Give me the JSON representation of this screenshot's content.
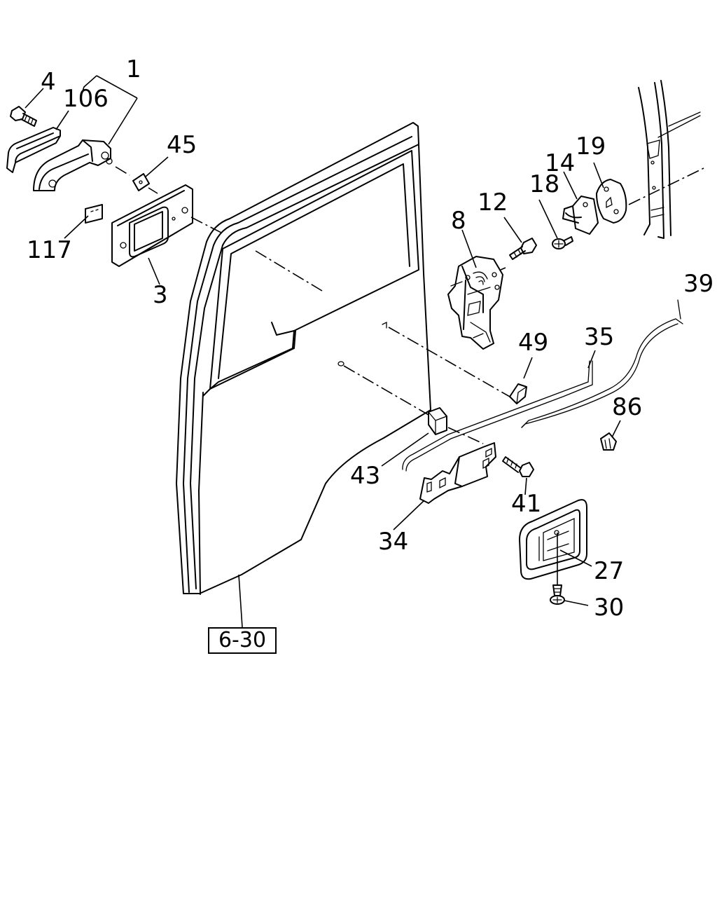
{
  "diagram": {
    "callouts": [
      {
        "id": "c-1",
        "text": "1"
      },
      {
        "id": "c-4",
        "text": "4"
      },
      {
        "id": "c-106",
        "text": "106"
      },
      {
        "id": "c-45",
        "text": "45"
      },
      {
        "id": "c-117",
        "text": "117"
      },
      {
        "id": "c-3",
        "text": "3"
      },
      {
        "id": "c-8",
        "text": "8"
      },
      {
        "id": "c-12",
        "text": "12"
      },
      {
        "id": "c-18",
        "text": "18"
      },
      {
        "id": "c-14",
        "text": "14"
      },
      {
        "id": "c-19",
        "text": "19"
      },
      {
        "id": "c-39",
        "text": "39"
      },
      {
        "id": "c-49",
        "text": "49"
      },
      {
        "id": "c-35",
        "text": "35"
      },
      {
        "id": "c-86",
        "text": "86"
      },
      {
        "id": "c-43",
        "text": "43"
      },
      {
        "id": "c-41",
        "text": "41"
      },
      {
        "id": "c-34",
        "text": "34"
      },
      {
        "id": "c-27",
        "text": "27"
      },
      {
        "id": "c-30",
        "text": "30"
      }
    ],
    "reference_box": "6-30"
  }
}
